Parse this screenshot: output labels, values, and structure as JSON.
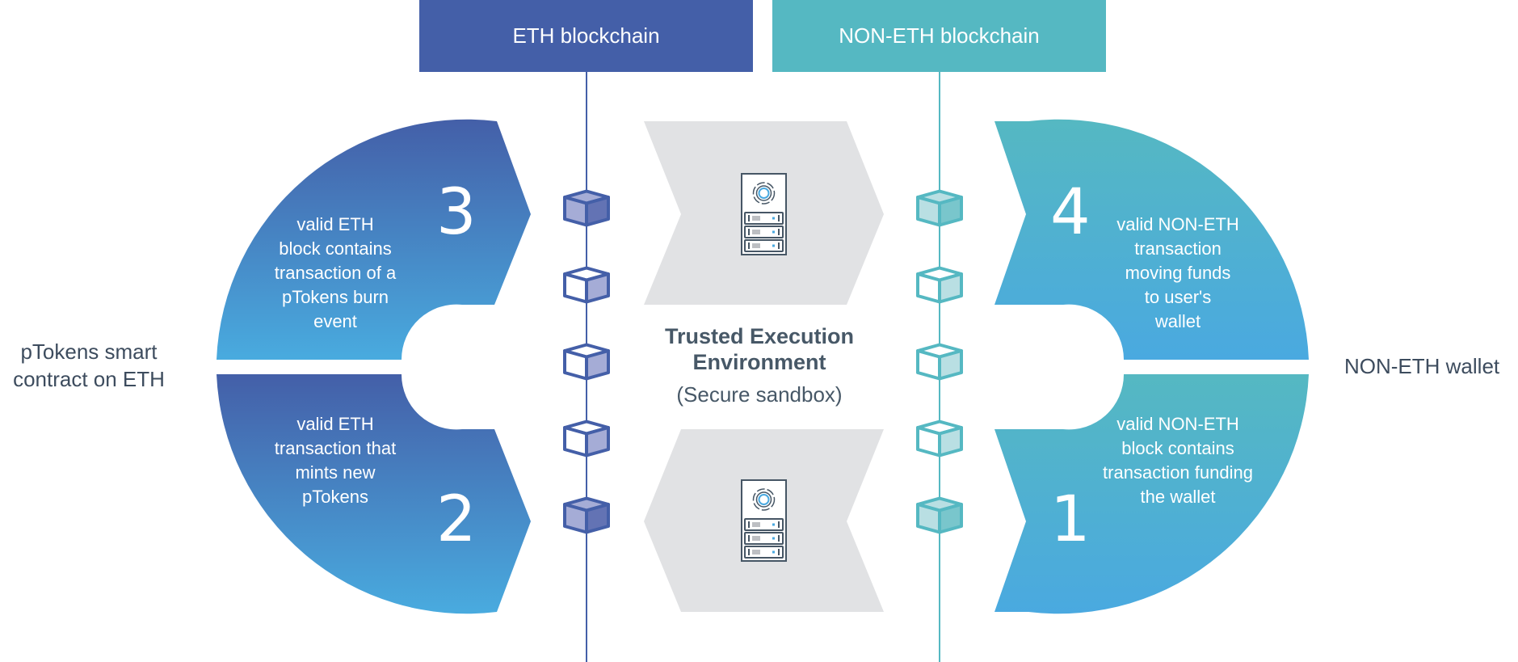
{
  "headers": {
    "eth": "ETH blockchain",
    "non_eth": "NON-ETH blockchain"
  },
  "colors": {
    "eth_primary": "#445fa8",
    "eth_gradient_bottom": "#48a9df",
    "non_eth_primary": "#55b8c2",
    "non_eth_gradient_bottom": "#4aa8e0",
    "chevron_gray": "#e1e2e4",
    "text_dark": "#3d4c5e",
    "eth_cube_light": "#a5acd6",
    "eth_cube_dark": "#6373b4",
    "non_eth_cube_light": "#b9dfe3",
    "non_eth_cube_dark": "#79c6cc"
  },
  "side_labels": {
    "left": [
      "pTokens smart",
      "contract on ETH"
    ],
    "right": "NON-ETH wallet"
  },
  "center": {
    "title_line1": "Trusted Execution",
    "title_line2": "Environment",
    "subtitle": "(Secure sandbox)",
    "icons": [
      "server-icon",
      "server-icon"
    ]
  },
  "steps": [
    {
      "number": "1",
      "lines": [
        "valid NON-ETH",
        "block contains",
        "transaction funding",
        "the wallet"
      ]
    },
    {
      "number": "2",
      "lines": [
        "valid ETH",
        "transaction that",
        "mints new",
        "pTokens"
      ]
    },
    {
      "number": "3",
      "lines": [
        "valid ETH",
        "block contains",
        "transaction of a",
        "pTokens burn",
        "event"
      ]
    },
    {
      "number": "4",
      "lines": [
        "valid NON-ETH",
        "transaction",
        "moving funds",
        "to user's",
        "wallet"
      ]
    }
  ],
  "chains": {
    "eth": {
      "blocks": [
        "filled",
        "outline",
        "outline",
        "outline",
        "filled"
      ]
    },
    "non_eth": {
      "blocks": [
        "filled",
        "outline",
        "outline",
        "outline",
        "filled"
      ]
    }
  }
}
